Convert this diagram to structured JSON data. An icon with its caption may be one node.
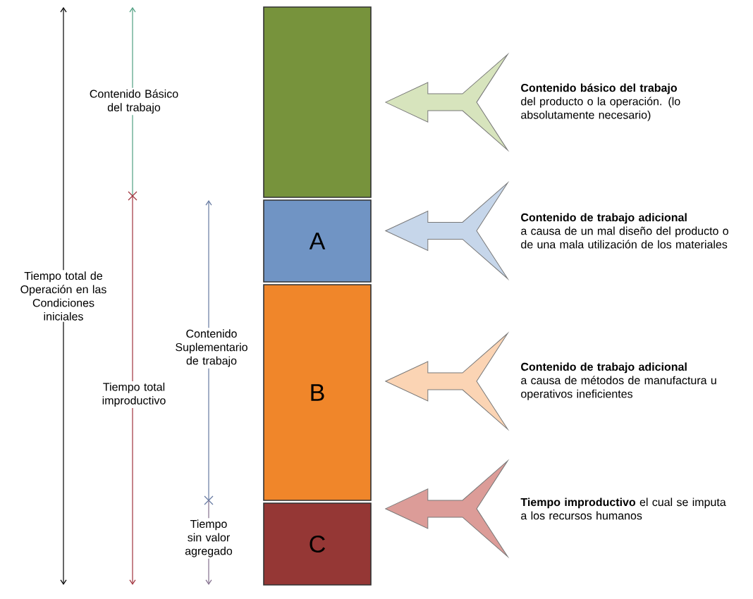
{
  "diagram": {
    "nodes": [
      {
        "text": [],
        "shape": "box"
      },
      {
        "text": [
          "Contenido básico del trabajo",
          "del producto o la operación. (lo absolutamente necesario)"
        ]
      },
      {
        "text": [
          "A"
        ]
      },
      {
        "text": [
          "Contenido de trabajo adicional",
          "a causa de un mal diseño del producto o de una mala utilización de los materiales"
        ]
      },
      {
        "text": [
          "B"
        ]
      },
      {
        "text": [
          "Contenido de trabajo adicional",
          "a causa de métodos de manufactura u operativos ineficientes"
        ]
      },
      {
        "text": [
          "C"
        ]
      },
      {
        "text": [
          "**Tiempo improductivo** el cual se imputa a los recursos humanos"
        ]
      }
    ],
    "edges": [
      {
        "from": 1,
        "to": 0,
        "arrow": "to",
        "color": "#d7e4bd"
      },
      {
        "from": 3,
        "to": 2,
        "arrow": "to",
        "color": "#c6d6ea"
      },
      {
        "from": 5,
        "to": 4,
        "arrow": "to",
        "color": "#fbd4b4"
      },
      {
        "from": 7,
        "to": 6,
        "arrow": "to",
        "color": "#dc9c98"
      }
    ],
    "labels": [
      "Contenido Básico del trabajo",
      "Tiempo total de Operación en las Condiciones iniciales",
      "Contenido Suplementario de trabajo",
      "Tiempo total improductivo",
      "Tiempo sin valor agregado"
    ]
  }
}
